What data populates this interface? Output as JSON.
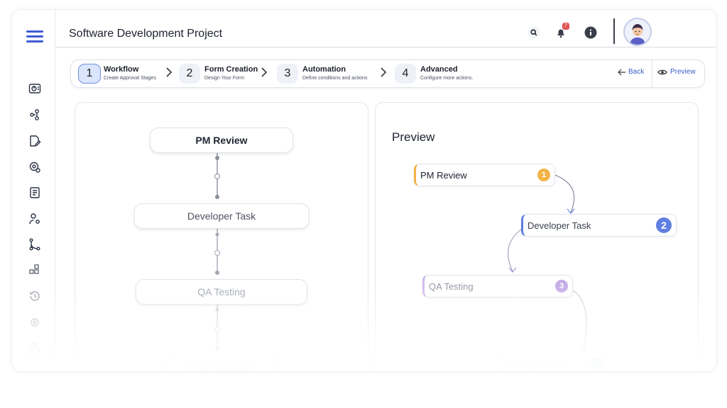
{
  "header": {
    "title": "Software Development Project",
    "notification_count": "7"
  },
  "sidebar": {
    "items": [
      {
        "icon": "dashboard-icon"
      },
      {
        "icon": "workflow-icon"
      },
      {
        "icon": "form-edit-icon"
      },
      {
        "icon": "settings-icon"
      },
      {
        "icon": "documents-icon"
      },
      {
        "icon": "users-settings-icon"
      },
      {
        "icon": "hierarchy-icon"
      },
      {
        "icon": "modules-icon"
      },
      {
        "icon": "history-icon"
      },
      {
        "icon": "integrations-icon"
      },
      {
        "icon": "org-chart-icon"
      }
    ]
  },
  "stepper": {
    "steps": [
      {
        "num": "1",
        "label": "Workflow",
        "sub": "Create Approval Stages"
      },
      {
        "num": "2",
        "label": "Form Creation",
        "sub": "Design Your Form"
      },
      {
        "num": "3",
        "label": "Automation",
        "sub": "Define conditions and actions"
      },
      {
        "num": "4",
        "label": "Advanced",
        "sub": "Configure more actions."
      }
    ],
    "back_label": "Back",
    "preview_label": "Preview"
  },
  "workflow": {
    "nodes": [
      "PM Review",
      "Developer Task",
      "QA Testing",
      "Final Approval"
    ]
  },
  "preview": {
    "title": "Preview",
    "nodes": [
      {
        "label": "PM Review",
        "num": "1",
        "color": "#f2b347"
      },
      {
        "label": "Developer Task",
        "num": "2",
        "color": "#5f7fe0"
      },
      {
        "label": "QA Testing",
        "num": "3",
        "color": "#a98ad9"
      },
      {
        "label": "Final Approval",
        "num": "4",
        "color": "#5fc4b8"
      }
    ]
  },
  "colors": {
    "accent": "#3f5bd6",
    "badge": "#e05555"
  }
}
